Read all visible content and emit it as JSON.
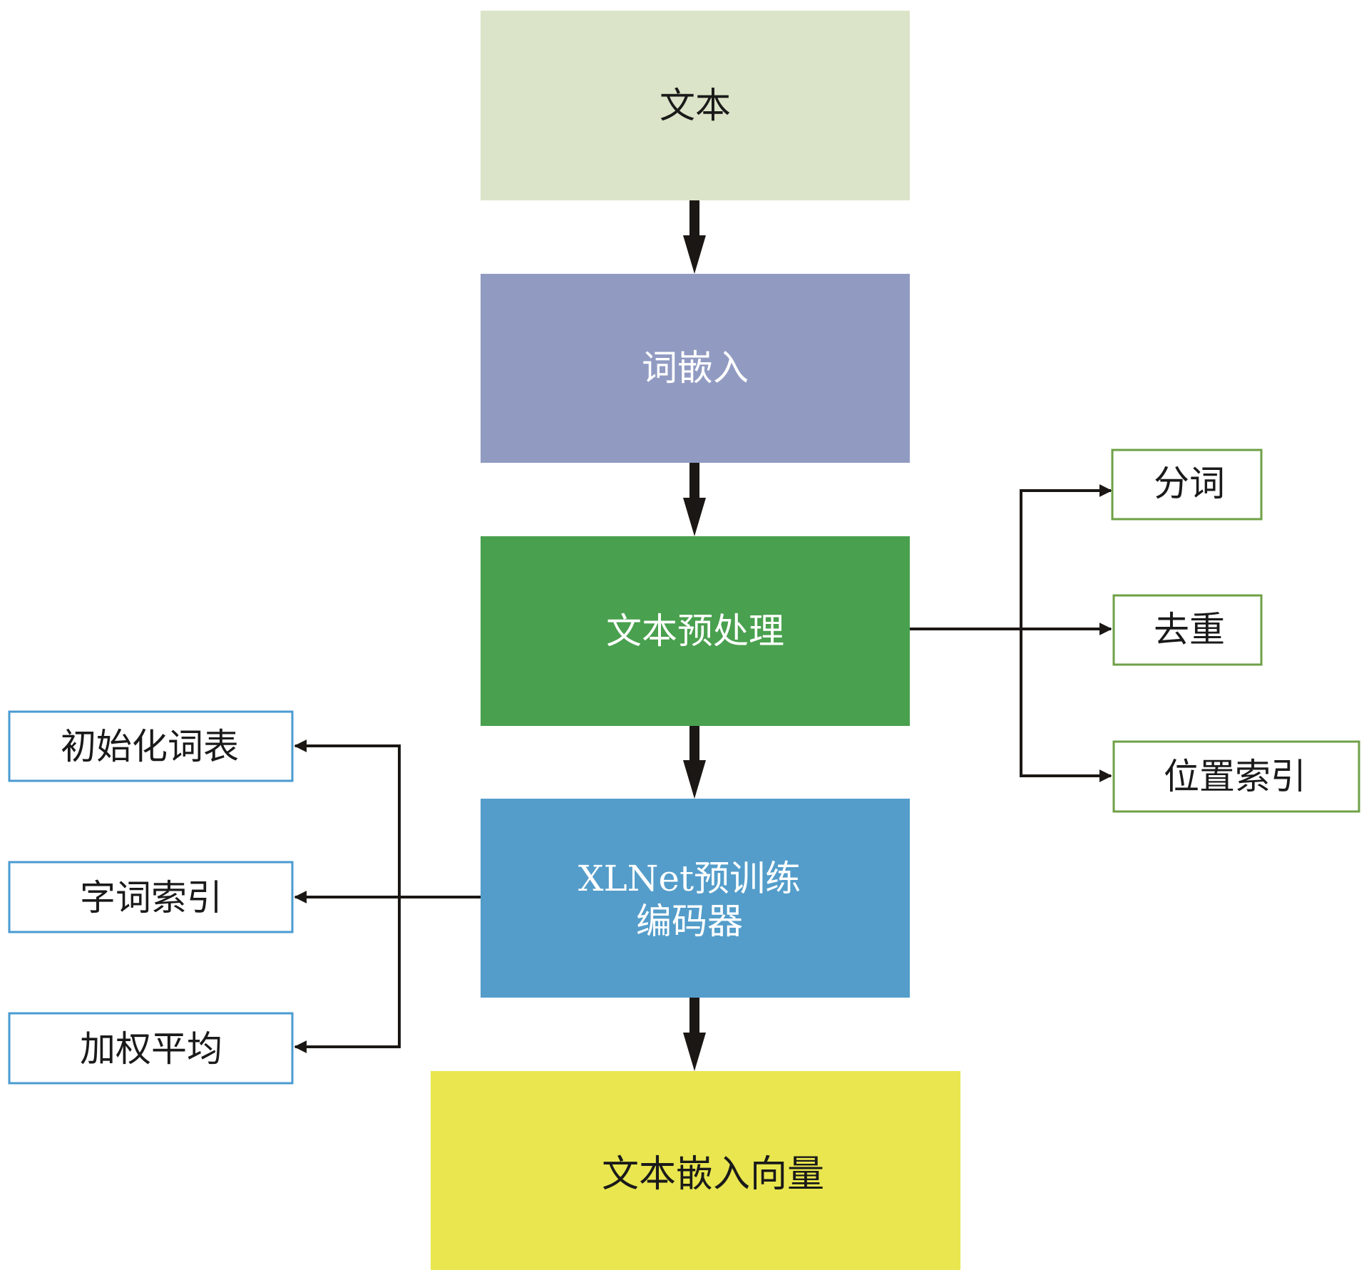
{
  "diagram": {
    "main_flow": [
      {
        "id": "text",
        "label": "文本",
        "fill": "#dbe4c8",
        "text_color": "#1a1a1a"
      },
      {
        "id": "word-embedding",
        "label": "词嵌入",
        "fill": "#919bc2",
        "text_color": "#ffffff"
      },
      {
        "id": "text-preprocessing",
        "label": "文本预处理",
        "fill": "#49a04e",
        "text_color": "#ffffff"
      },
      {
        "id": "xlnet-encoder",
        "label_lines": [
          "XLNet预训练",
          "编码器"
        ],
        "fill": "#549dca",
        "text_color": "#ffffff"
      },
      {
        "id": "text-embedding-vector",
        "label": "文本嵌入向量",
        "fill": "#e9e64f",
        "text_color": "#1a1a1a"
      }
    ],
    "preprocessing_steps": {
      "border_color": "#6ea046",
      "items": [
        "分词",
        "去重",
        "位置索引"
      ]
    },
    "encoder_steps": {
      "border_color": "#4a9bd1",
      "items": [
        "初始化词表",
        "字词索引",
        "加权平均"
      ]
    },
    "arrow_color": "#1a1714"
  }
}
